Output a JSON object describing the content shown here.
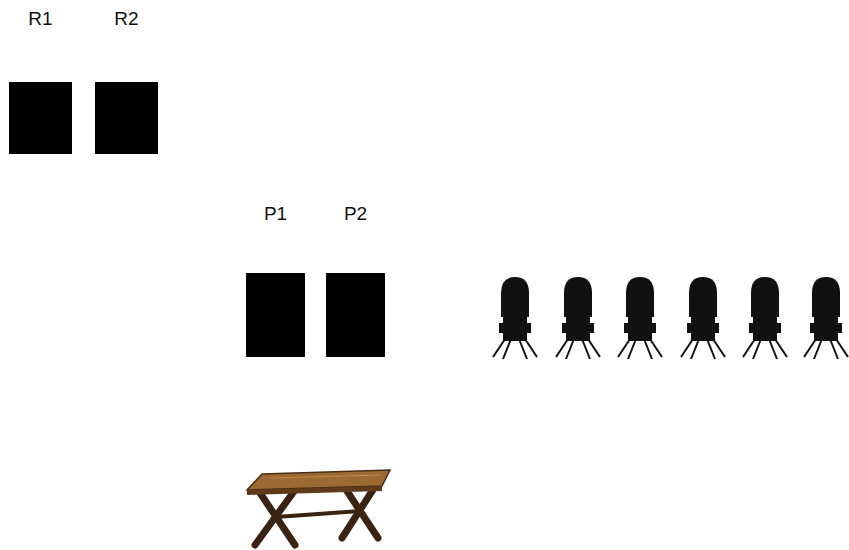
{
  "diagram": {
    "nodes": [
      {
        "text": [
          "R1"
        ]
      },
      {
        "text": [
          "R2"
        ]
      },
      {
        "text": [
          "P1"
        ]
      },
      {
        "text": [
          "P2"
        ]
      }
    ]
  }
}
